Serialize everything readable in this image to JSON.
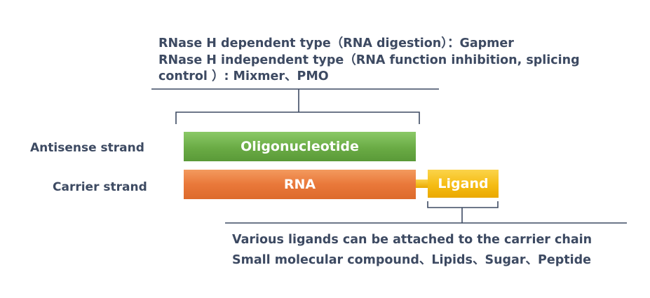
{
  "header": {
    "lines": [
      "RNase H dependent type（RNA digestion）：Gapmer",
      "RNase H independent type（RNA function inhibition, splicing",
      "control ）: Mixmer、PMO"
    ]
  },
  "rows": {
    "antisense": {
      "label": "Antisense strand",
      "bar_text": "Oligonucleotide",
      "color": "#6aab45"
    },
    "carrier": {
      "label": "Carrier strand",
      "bar_text": "RNA",
      "color": "#e9783a",
      "ligand_text": "Ligand",
      "ligand_color": "#f5bc14"
    }
  },
  "footer": {
    "lines": [
      "Various ligands can be attached to the carrier chain",
      "Small molecular compound、Lipids、Sugar、Peptide"
    ]
  },
  "text_color": "#3d4a62",
  "line_color": "#3d4a62"
}
